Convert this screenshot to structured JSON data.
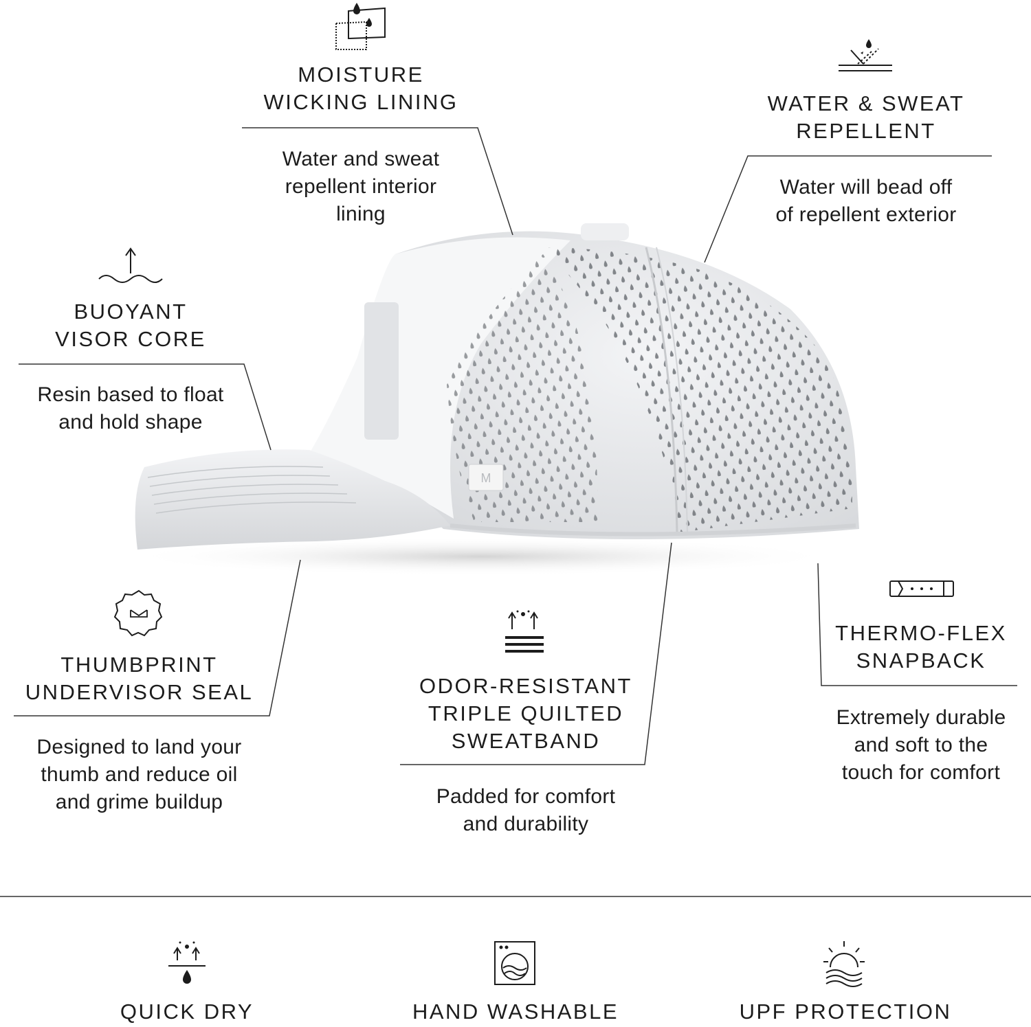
{
  "features": [
    {
      "id": "moisture",
      "icon": "moisture-lining-icon",
      "title": "MOISTURE\nWICKING LINING",
      "desc": "Water and sweat\nrepellent interior\nlining"
    },
    {
      "id": "water",
      "icon": "water-drop-repel-icon",
      "title": "WATER & SWEAT\nREPELLENT",
      "desc": "Water will bead off\nof repellent exterior"
    },
    {
      "id": "buoyant",
      "icon": "float-arrow-wave-icon",
      "title": "BUOYANT\nVISOR CORE",
      "desc": "Resin based to float\nand hold shape"
    },
    {
      "id": "thumbprint",
      "icon": "thumbprint-badge-icon",
      "title": "THUMBPRINT\nUNDERVISOR SEAL",
      "desc": "Designed to land your\nthumb and reduce oil\nand grime buildup"
    },
    {
      "id": "odor",
      "icon": "quilted-sweatband-icon",
      "title": "ODOR-RESISTANT\nTRIPLE QUILTED\nSWEATBAND",
      "desc": "Padded for comfort\nand durability"
    },
    {
      "id": "snapback",
      "icon": "snapback-strap-icon",
      "title": "THERMO-FLEX\nSNAPBACK",
      "desc": "Extremely durable\nand soft to the\ntouch for comfort"
    }
  ],
  "bottom": [
    {
      "icon": "quick-dry-icon",
      "label": "QUICK DRY"
    },
    {
      "icon": "hand-washable-icon",
      "label": "HAND WASHABLE"
    },
    {
      "icon": "sun-upf-icon",
      "label": "UPF PROTECTION"
    }
  ],
  "colors": {
    "text": "#1c1c1c",
    "cap": "#e9eaec",
    "line": "#333333"
  }
}
